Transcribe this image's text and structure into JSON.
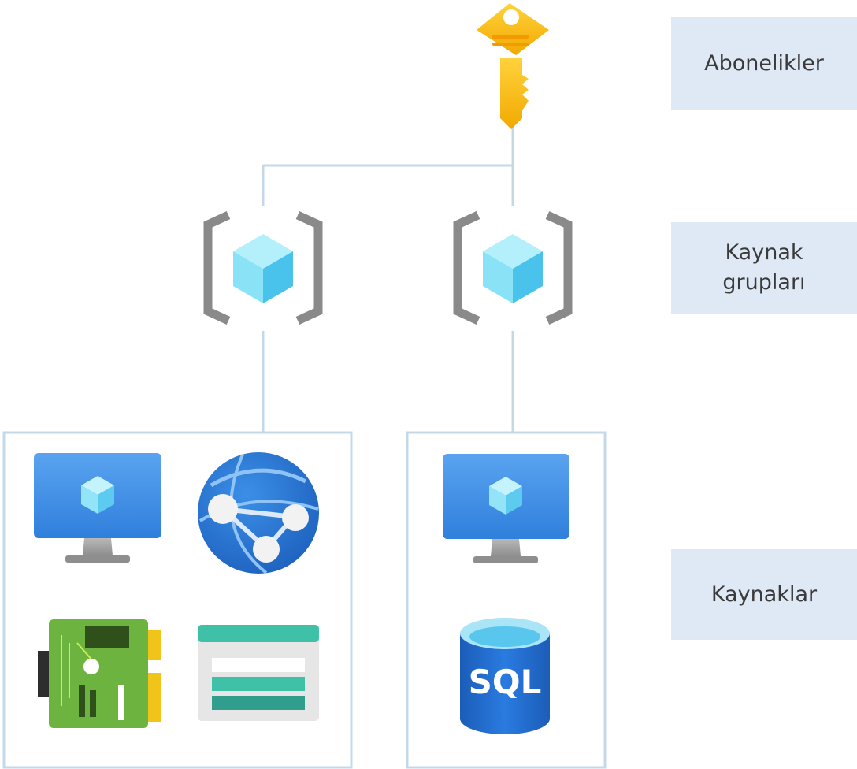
{
  "labels": {
    "subscriptions": "Abonelikler",
    "resource_groups_line1": "Kaynak",
    "resource_groups_line2": "grupları",
    "resources": "Kaynaklar"
  },
  "resources": {
    "sql_text": "SQL"
  },
  "colors": {
    "connector": "#c5d8ea",
    "label_bg": "#dfe9f5",
    "key": "#f5b90f",
    "cube": "#7fdcf5",
    "bracket": "#8a8a8a",
    "monitor": "#3f8ae0",
    "globe": "#2e73d2",
    "chip": "#6cb33f",
    "storage": "#3fc1a8",
    "sql": "#1f6fd0"
  }
}
